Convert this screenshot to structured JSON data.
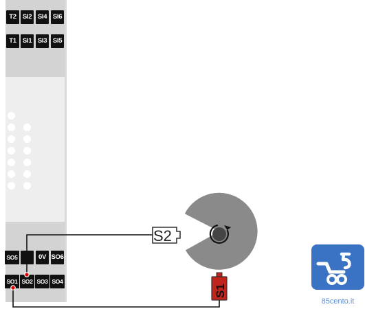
{
  "module": {
    "top_terminals_row1": [
      "T2",
      "SI2",
      "SI4",
      "SI6"
    ],
    "top_terminals_row2": [
      "T1",
      "SI1",
      "SI3",
      "SI5"
    ],
    "bottom_terminals_row1": [
      "SO5",
      "",
      "0V",
      "SO6"
    ],
    "bottom_terminals_row2": [
      "SO1",
      "SO2",
      "SO3",
      "SO4"
    ]
  },
  "components": {
    "sensor_s2_label": "S2",
    "sensor_s1_label": "S1"
  },
  "logo": {
    "text": "85cento.it",
    "icon": "cart-85-logo-icon",
    "color": "#3a73c4"
  },
  "colors": {
    "wire": "#111111",
    "junction": "#e00000",
    "sensor_s1": "#c0251d",
    "wheel": "#8a8a8a"
  }
}
